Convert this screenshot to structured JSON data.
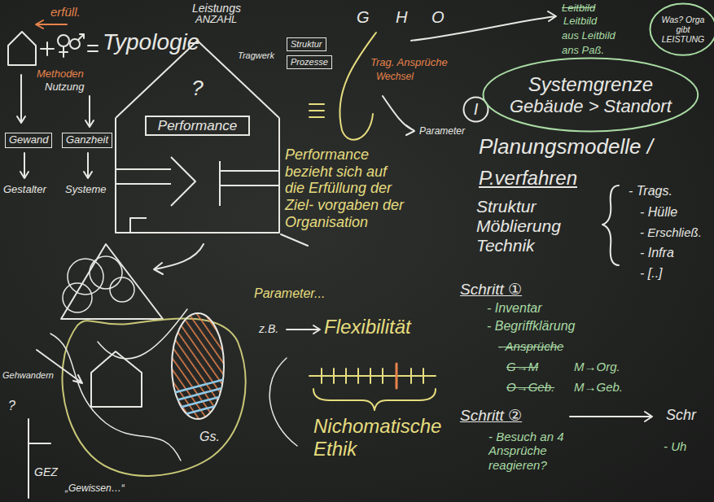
{
  "diagram": {
    "nodes": [
      {
        "text": [
          "Gewand"
        ]
      },
      {
        "text": [
          "Ganzheit"
        ]
      },
      {
        "text": [
          "?",
          "Performance"
        ]
      },
      {
        "text": [
          "Struktur"
        ]
      },
      {
        "text": [
          "Prozesse"
        ]
      },
      {
        "text": [
          "I"
        ]
      },
      {
        "text": [
          "Systemgrenze",
          "Gebäude > Standort"
        ]
      },
      {
        "text": [
          "Was? Orga gibt LEISTUNG"
        ]
      }
    ],
    "labels": [
      "erfüll.",
      "Leistungs",
      "ANZAHL",
      "G",
      "H",
      "O",
      "Leitbild",
      "Leitbild",
      "aus Leitbild",
      "ans Paß.",
      "Typologie",
      "Methoden",
      "Nutzung",
      "Gestalter",
      "Systeme",
      "Tragwerk",
      "Trag. Ansprüche",
      "Wechsel",
      "Parameter",
      "Planungsmodelle /",
      "P.verfahren",
      "Performance bezieht sich auf die Erfüllung der Ziel- vorgaben der Organisation",
      "Struktur Möblierung Technik",
      "- Trags.",
      "- Hülle",
      "- Erschließ.",
      "- Infra",
      "- [..]",
      "Parameter...",
      "Schritt ①",
      "- Inventar",
      "- Begriffklärung",
      "z.B.",
      "Flexibilität",
      "- Ansprüche",
      "G→M",
      "M→Org.",
      "O→Geb.",
      "M→Geb.",
      "Gehwandern",
      "?",
      "Schritt ②",
      "Schr",
      "Nichomatische Ethik",
      "- Besuch an 4 Ansprüche reagieren?",
      "- Uh",
      "Gs.",
      "GEZ",
      "„Gewissen…“"
    ]
  }
}
